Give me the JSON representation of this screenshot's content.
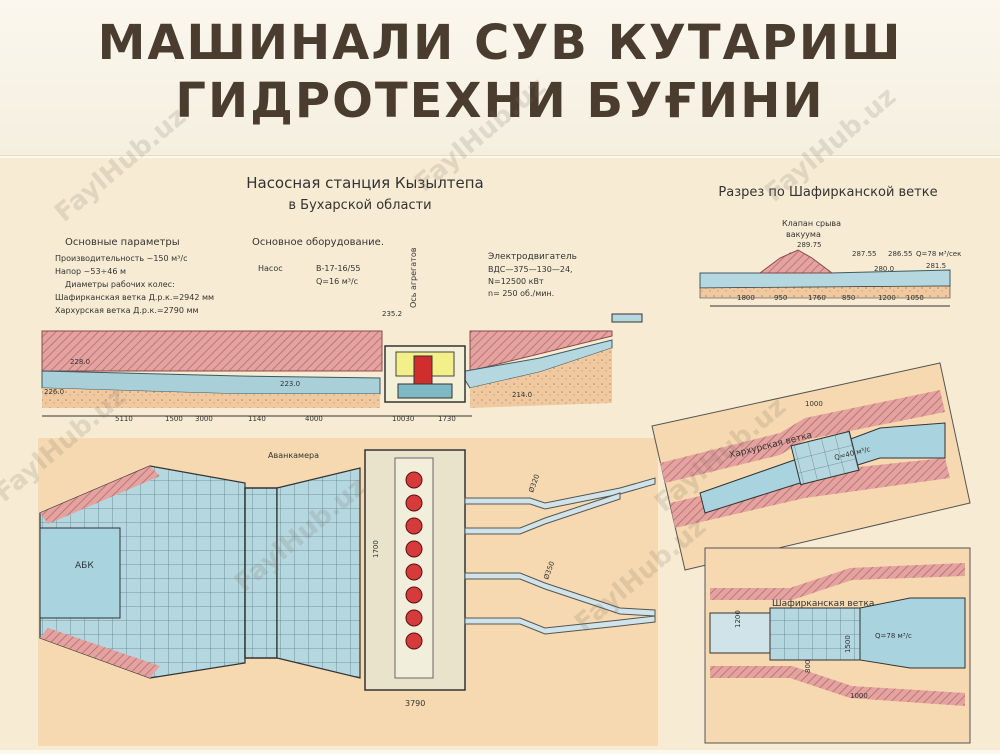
{
  "slide": {
    "title_line1": "МАШИНАЛИ СУВ КУТАРИШ",
    "title_line2": "ГИДРОТЕХНИ БУҒИНИ",
    "watermark": "FaylHub.uz"
  },
  "drawing": {
    "heading_line1": "Насосная станция  Кызылтепа",
    "heading_line2": "в Бухарской области",
    "section_title": "Разрез по Шафирканской ветке",
    "params": {
      "title": "Основные параметры",
      "productivity": "Производительность  ~150 м³/с",
      "head": "Напор                       ~53÷46 м",
      "wheels_title": "Диаметры рабочих колес:",
      "shafirkan": "Шафирканская ветка   Д.р.к.=2942 мм",
      "kharkhur": "Хархурская ветка       Д.р.к.=2790 мм"
    },
    "equipment": {
      "title": "Основное оборудование.",
      "pump_label": "Насос",
      "pump_model": "В-17-16/55",
      "pump_q": "Q=16 м³/с"
    },
    "motor": {
      "title": "Электродвигатель",
      "model": "ВДС—375—130—24,",
      "power": "N=12500 кВт",
      "rpm": "n= 250 об./мин."
    },
    "labels": {
      "axis": "Ось агрегатов",
      "avankamera": "Аванкамера",
      "abk": "АБК",
      "kharkhur_branch": "Хархурская ветка",
      "shafirkan_branch": "Шафирканская ветка",
      "valve": "Клапан срыва",
      "vacuum": "вакуума"
    },
    "elevations": {
      "e235_2": "235.2",
      "e228_0": "228.0",
      "e226_0": "226.0",
      "e223_0": "223.0",
      "e214_0": "214.0",
      "e289_75": "289.75",
      "e287_55": "287.55",
      "e286_55": "286.55",
      "q_branch": "Q=78 м³/сек",
      "e280_0": "280.0",
      "e281_5": "281.5",
      "q_kharkhur": "Q=40 м³/с",
      "q_shafirkan": "Q=78 м³/с"
    },
    "dims_profile": [
      "5110",
      "1500",
      "3000",
      "1140",
      "4000",
      "10030",
      "1730"
    ],
    "dims_section": [
      "1800",
      "950",
      "1760",
      "850",
      "1200",
      "1050"
    ],
    "dims_plan": {
      "d3790": "3790",
      "d1700": "1700",
      "d820": "Ø320",
      "d350": "Ø350",
      "d1000a": "1000",
      "d1000b": "1000",
      "d1200": "1200",
      "d1500": "1500",
      "d800": "800"
    }
  }
}
